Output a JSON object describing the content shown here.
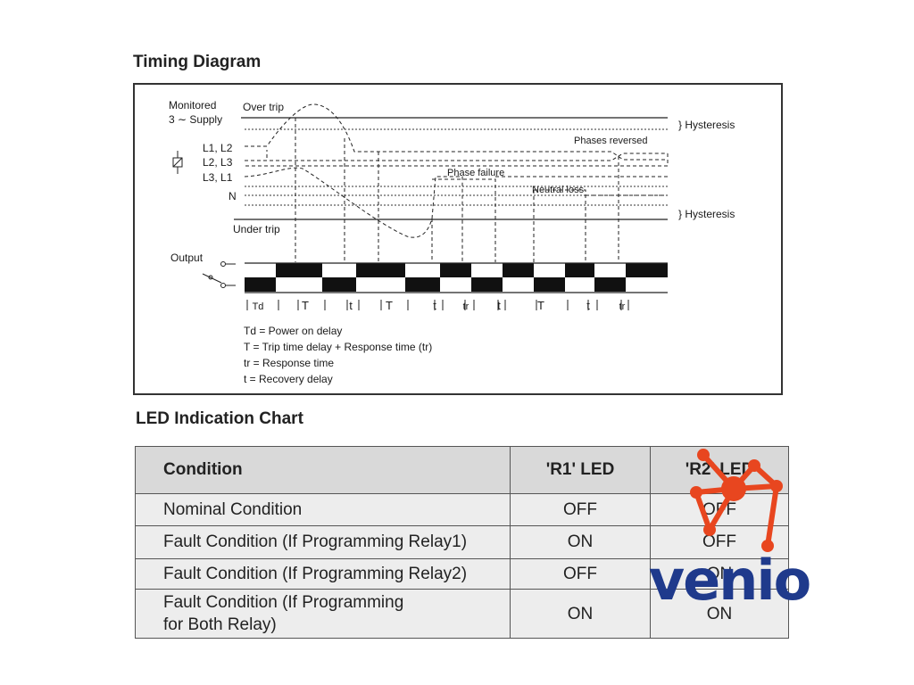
{
  "timing_diagram": {
    "title": "Timing Diagram",
    "labels": {
      "monitored": "Monitored",
      "supply": "3 ∼ Supply",
      "over_trip": "Over trip",
      "under_trip": "Under trip",
      "l1l2": "L1, L2",
      "l2l3": "L2, L3",
      "l3l1": "L3, L1",
      "neutral": "N",
      "hysteresis_top": "} Hysteresis",
      "hysteresis_bottom": "} Hysteresis",
      "phases_reversed": "Phases reversed",
      "phase_failure": "Phase failure",
      "neutral_loss": "Neutral loss",
      "output": "Output"
    },
    "intervals": [
      "Td",
      "T",
      "t",
      "T",
      "t",
      "tr",
      "t",
      "T",
      "t",
      "tr"
    ],
    "legend": [
      "Td = Power on delay",
      "T = Trip time delay + Response time (tr)",
      "tr = Response time",
      "t = Recovery delay"
    ]
  },
  "led_chart": {
    "title": "LED Indication Chart",
    "headers": [
      "Condition",
      "'R1' LED",
      "'R2' LED"
    ],
    "rows": [
      {
        "condition": "Nominal Condition",
        "r1": "OFF",
        "r2": "OFF"
      },
      {
        "condition": "Fault Condition (If Programming Relay1)",
        "r1": "ON",
        "r2": "OFF"
      },
      {
        "condition": "Fault Condition (If Programming Relay2)",
        "r1": "OFF",
        "r2": "ON"
      },
      {
        "condition_line1": "Fault Condition (If Programming",
        "condition_line2": "for Both Relay)",
        "r1": "ON",
        "r2": "ON"
      }
    ]
  },
  "logo": {
    "text": "venio",
    "colors": {
      "text": "#1f3a8c",
      "mark": "#e8461f"
    }
  }
}
